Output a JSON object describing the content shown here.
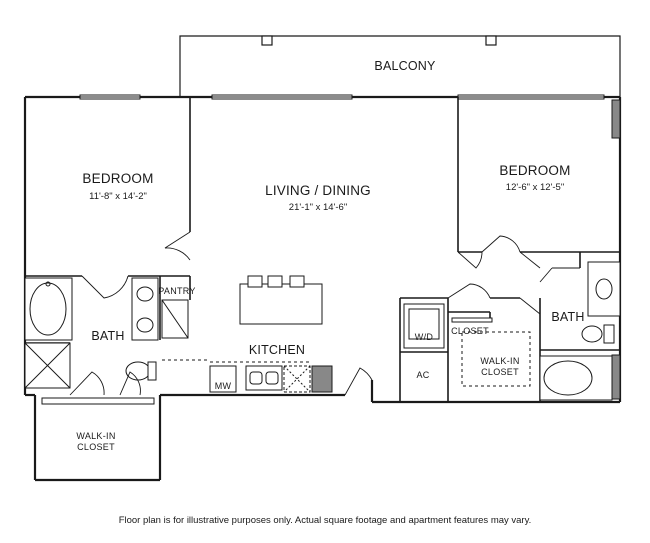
{
  "labels": {
    "balcony": "BALCONY",
    "bedroom_left": {
      "name": "BEDROOM",
      "dims": "11'-8\" x 14'-2\""
    },
    "living": {
      "name": "LIVING / DINING",
      "dims": "21'-1\" x 14'-6\""
    },
    "bedroom_right": {
      "name": "BEDROOM",
      "dims": "12'-6\" x 12'-5\""
    },
    "pantry": "PANTRY",
    "bath_left": "BATH",
    "kitchen": "KITCHEN",
    "mw": "MW",
    "wd": "W/D",
    "closet": "CLOSET",
    "bath_right": "BATH",
    "ac": "AC",
    "walkin_right": [
      "WALK-IN",
      "CLOSET"
    ],
    "walkin_left": [
      "WALK-IN",
      "CLOSET"
    ]
  },
  "disclaimer": "Floor plan is for illustrative purposes only.  Actual square footage and apartment features may vary."
}
